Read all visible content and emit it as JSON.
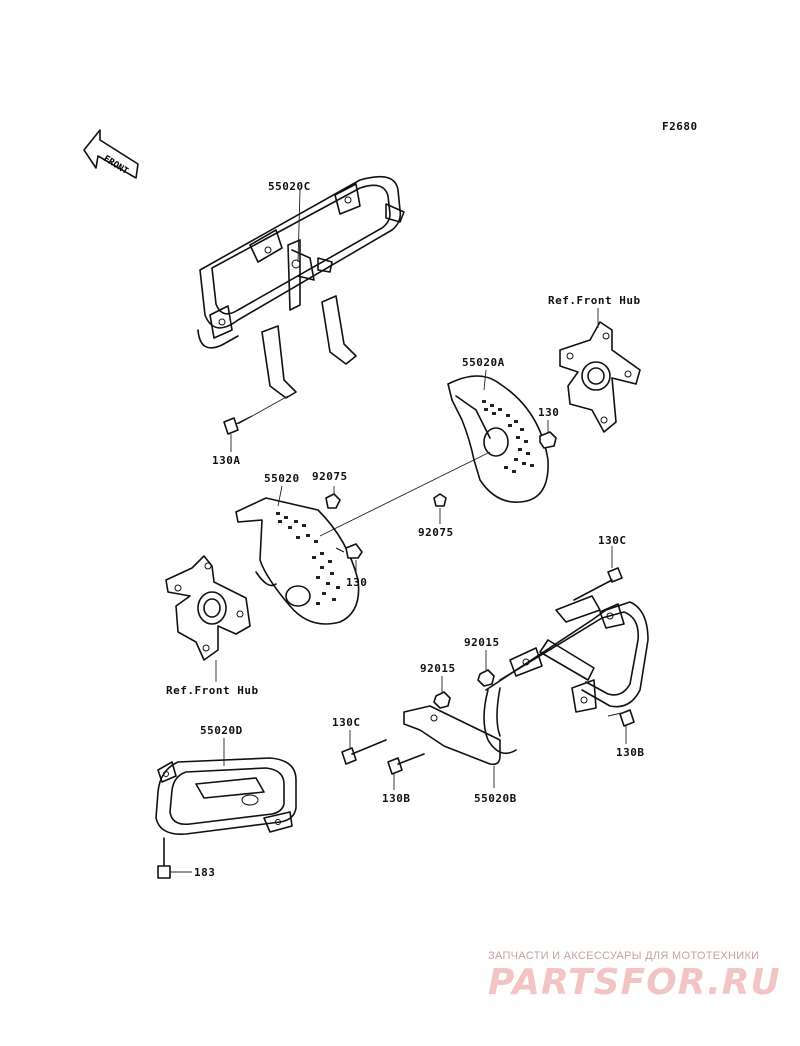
{
  "figure_code": "F2680",
  "front_arrow": "FRONT",
  "labels": {
    "guard_upper": "55020C",
    "bolt_upper": "130A",
    "ref_front_hub_right": "Ref.Front Hub",
    "plate_right": "55020A",
    "bolt_right_plate": "130",
    "plate_left": "55020",
    "nut_92075_top": "92075",
    "nut_92075_mid": "92075",
    "bolt_left_plate": "130",
    "bolt_130c_top": "130C",
    "ref_front_hub_left": "Ref.Front Hub",
    "nut_92015_right": "92015",
    "nut_92015_left": "92015",
    "bolt_130c_left": "130C",
    "bolt_130b_right": "130B",
    "guard_lower_left": "55020D",
    "bolt_130b_left": "130B",
    "guard_lower_right": "55020B",
    "bolt_183": "183"
  },
  "watermark": {
    "tagline": "ЗАПЧАСТИ И АКСЕССУАРЫ ДЛЯ МОТОТЕХНИКИ",
    "logo": "PARTSFOR.RU"
  }
}
